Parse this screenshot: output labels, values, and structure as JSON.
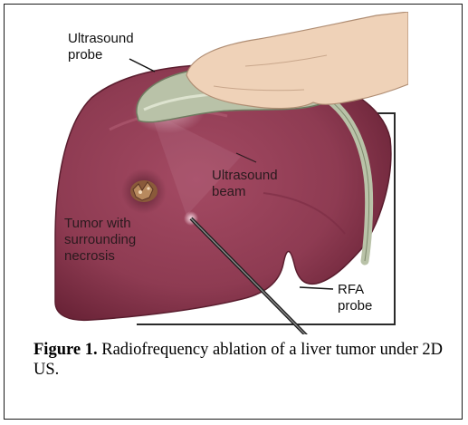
{
  "labels": {
    "ultrasound_probe_line1": "Ultrasound",
    "ultrasound_probe_line2": "probe",
    "ultrasound_beam_line1": "Ultrasound",
    "ultrasound_beam_line2": "beam",
    "tumor_line1": "Tumor with",
    "tumor_line2": "surrounding",
    "tumor_line3": "necrosis",
    "rfa_line1": "RFA",
    "rfa_line2": "probe"
  },
  "caption": {
    "figure_label": "Figure 1.",
    "text": " Radiofrequency ablation of a liver tumor under 2D US."
  },
  "colors": {
    "liver": "#8e3b52",
    "liver_dark": "#6b2438",
    "probe": "#b9c2a8",
    "hand": "#efd2b8",
    "necrosis": "#5c2030"
  }
}
